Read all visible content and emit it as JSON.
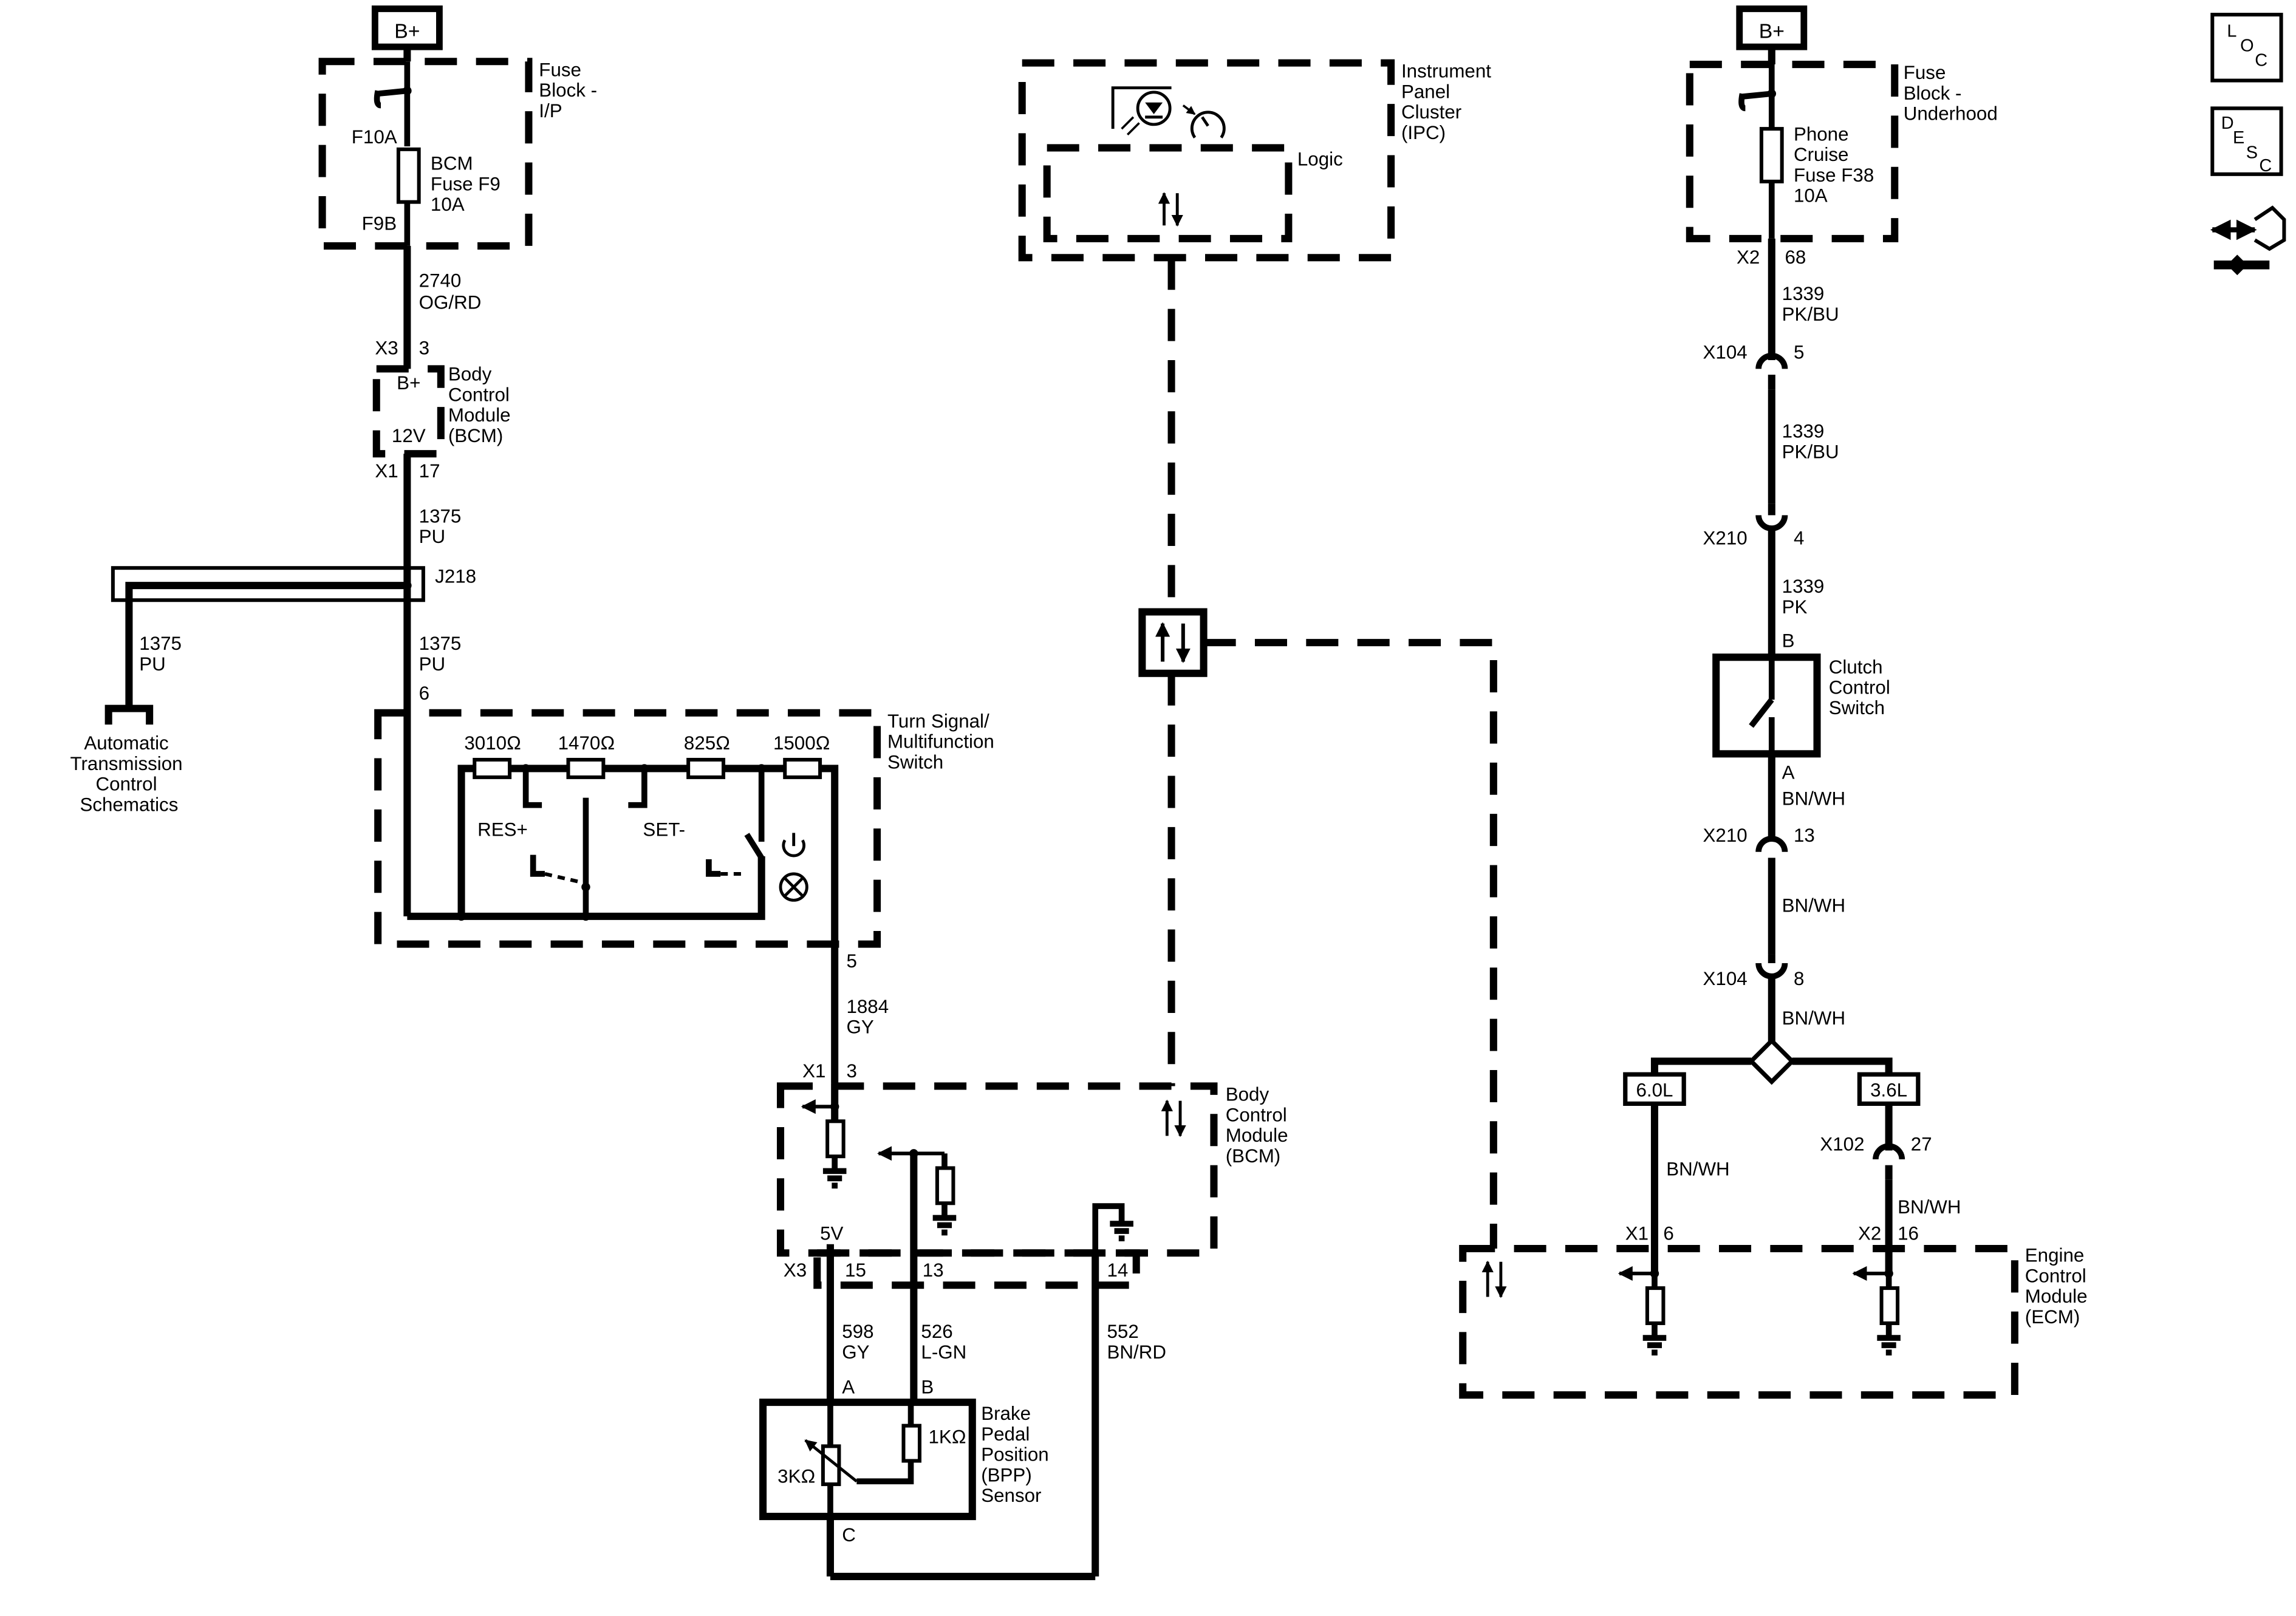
{
  "batteries": {
    "left": "B+",
    "right": "B+"
  },
  "fuse_ip": {
    "title": [
      "Fuse",
      "Block -",
      "I/P"
    ],
    "in_term": "F10A",
    "out_term": "F9B",
    "fuse": [
      "BCM",
      "Fuse F9",
      "10A"
    ]
  },
  "wire_2740": [
    "2740",
    "OG/RD"
  ],
  "bcm_top": {
    "conn_in": "X3",
    "pin_in": "3",
    "conn_out": "X1",
    "pin_out": "17",
    "b_label": "B+",
    "v_label": "12V",
    "title": [
      "Body",
      "Control",
      "Module",
      "(BCM)"
    ]
  },
  "wire_1375a": [
    "1375",
    "PU"
  ],
  "splice": "J218",
  "wire_1375b": [
    "1375",
    "PU"
  ],
  "wire_1375c": [
    "1375",
    "PU"
  ],
  "atc": [
    "Automatic",
    "Transmission",
    "Control",
    "Schematics"
  ],
  "tsms": {
    "pin_in": "6",
    "pin_out": "5",
    "title": [
      "Turn Signal/",
      "Multifunction",
      "Switch"
    ],
    "resistors": [
      "3010Ω",
      "1470Ω",
      "825Ω",
      "1500Ω"
    ],
    "res_plus": "RES+",
    "set_minus": "SET-"
  },
  "wire_1884": [
    "1884",
    "GY"
  ],
  "bcm_mid": {
    "conn_in": "X1",
    "pin_in": "3",
    "title": [
      "Body",
      "Control",
      "Module",
      "(BCM)"
    ],
    "v5": "5V",
    "conn_out": "X3",
    "pins": [
      "15",
      "13",
      "14"
    ]
  },
  "wire_598": [
    "598",
    "GY"
  ],
  "wire_526": [
    "526",
    "L-GN"
  ],
  "wire_552": [
    "552",
    "BN/RD"
  ],
  "bpp": {
    "pin_a": "A",
    "pin_b": "B",
    "pin_c": "C",
    "r1": "3KΩ",
    "r2": "1KΩ",
    "title": [
      "Brake",
      "Pedal",
      "Position",
      "(BPP)",
      "Sensor"
    ]
  },
  "ipc": {
    "title": [
      "Instrument",
      "Panel",
      "Cluster",
      "(IPC)"
    ],
    "logic": "Logic"
  },
  "fuse_uh": {
    "title": [
      "Fuse",
      "Block -",
      "Underhood"
    ],
    "fuse": [
      "Phone",
      "Cruise",
      "Fuse F38",
      "10A"
    ],
    "conn": "X2",
    "pin": "68"
  },
  "wire_1339a": [
    "1339",
    "PK/BU"
  ],
  "x104a": {
    "conn": "X104",
    "pin": "5"
  },
  "wire_1339b": [
    "1339",
    "PK/BU"
  ],
  "x210a": {
    "conn": "X210",
    "pin": "4"
  },
  "wire_1339c": [
    "1339",
    "PK"
  ],
  "clutch": {
    "pin_b": "B",
    "pin_a": "A",
    "title": [
      "Clutch",
      "Control",
      "Switch"
    ]
  },
  "wire_bnwh1": "BN/WH",
  "x210b": {
    "conn": "X210",
    "pin": "13"
  },
  "wire_bnwh2": "BN/WH",
  "x104b": {
    "conn": "X104",
    "pin": "8"
  },
  "wire_bnwh3": "BN/WH",
  "engine_60": "6.0L",
  "engine_36": "3.6L",
  "x102": {
    "conn": "X102",
    "pin": "27"
  },
  "wire_bnwh4": "BN/WH",
  "wire_bnwh5": "BN/WH",
  "ecm": {
    "conn1": "X1",
    "pin1": "6",
    "conn2": "X2",
    "pin2": "16",
    "title": [
      "Engine",
      "Control",
      "Module",
      "(ECM)"
    ]
  },
  "sidebar": {
    "loc": [
      "L",
      "O",
      "C"
    ],
    "desc": [
      "D",
      "E",
      "S",
      "C"
    ]
  }
}
